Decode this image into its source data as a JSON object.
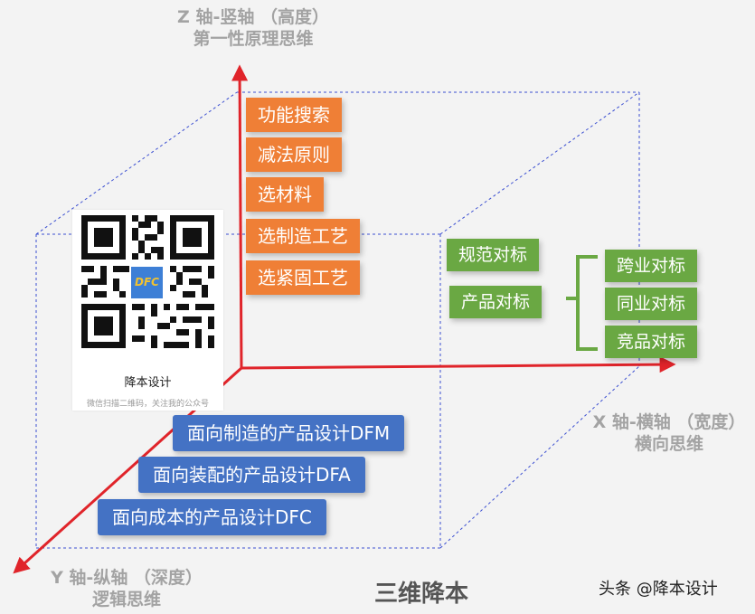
{
  "axes": {
    "z": {
      "line1": "Z 轴-竖轴 （高度）",
      "line2": "第一性原理思维"
    },
    "x": {
      "line1": "X 轴-横轴 （宽度）",
      "line2": "横向思维"
    },
    "y": {
      "line1": "Y 轴-纵轴 （深度）",
      "line2": "逻辑思维"
    }
  },
  "z_items": [
    "功能搜索",
    "减法原则",
    "选材料",
    "选制造工艺",
    "选紧固工艺"
  ],
  "x_items": {
    "standard": "规范对标",
    "product": "产品对标",
    "sub": [
      "跨业对标",
      "同业对标",
      "竞品对标"
    ]
  },
  "y_items": [
    "面向制造的产品设计DFM",
    "面向装配的产品设计DFA",
    "面向成本的产品设计DFC"
  ],
  "qr": {
    "logo": "DFC",
    "title": "降本设计",
    "subtitle": "微信扫描二维码，关注我的公众号"
  },
  "center_title": "三维降本",
  "watermark": "头条 @降本设计",
  "colors": {
    "axis": "#e0242a",
    "orange": "#ef7f36",
    "green": "#6aa843",
    "blue": "#4472c4",
    "cube": "#3b4fd1"
  }
}
